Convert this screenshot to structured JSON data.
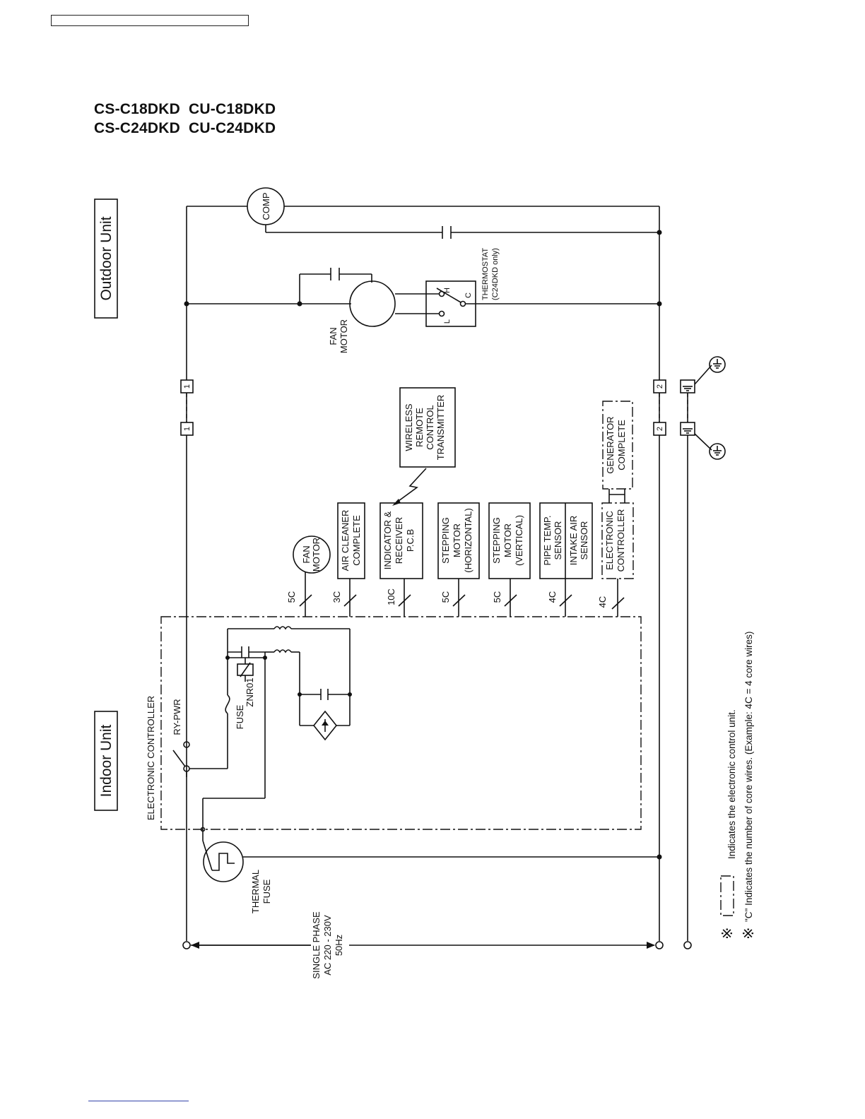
{
  "titles": [
    "CS-C18DKD  CU-C18DKD",
    "CS-C24DKD  CU-C24DKD"
  ],
  "units": {
    "outdoor": "Outdoor Unit",
    "indoor": "Indoor Unit"
  },
  "components": {
    "comp": "COMP",
    "fan_motor_outdoor": [
      "FAN",
      "MOTOR"
    ],
    "thermostat": [
      "THERMOSTAT",
      "(C24DKD only)"
    ],
    "thermostat_terminals": [
      "L",
      "H",
      "C"
    ],
    "terminal_1": "1",
    "terminal_2": "2",
    "wireless_remote": [
      "WIRELESS",
      "REMOTE",
      "CONTROL",
      "TRANSMITTER"
    ],
    "generator_complete": [
      "GENERATOR",
      "COMPLETE"
    ],
    "fan_motor_indoor": [
      "FAN",
      "MOTOR"
    ],
    "air_cleaner": [
      "AIR CLEANER",
      "COMPLETE"
    ],
    "indicator_receiver": [
      "INDICATOR &",
      "RECEIVER",
      "P.C.B"
    ],
    "stepping_horizontal": [
      "STEPPING",
      "MOTOR",
      "(HORIZONTAL)"
    ],
    "stepping_vertical": [
      "STEPPING",
      "MOTOR",
      "(VERTICAL)"
    ],
    "pipe_temp_sensor": [
      "PIPE TEMP.",
      "SENSOR"
    ],
    "intake_air_sensor": [
      "INTAKE AIR",
      "SENSOR"
    ],
    "electronic_controller_box": [
      "ELECTRONIC",
      "CONTROLLER"
    ],
    "wire_counts": [
      "5C",
      "3C",
      "10C",
      "5C",
      "5C",
      "4C",
      "4C"
    ],
    "electronic_controller": "ELECTRONIC CONTROLLER",
    "ry_pwr": "RY-PWR",
    "fuse": "FUSE",
    "znr": "ZNR01",
    "thermal_fuse": [
      "THERMAL",
      "FUSE"
    ],
    "power_supply": [
      "SINGLE PHASE",
      "AC 220 - 230V",
      "50Hz"
    ]
  },
  "notes": {
    "mark": "※",
    "note1": "Indicates the electronic control unit.",
    "note2": "\"C\"  Indicates the number of core wires. (Example: 4C = 4 core wires)"
  }
}
